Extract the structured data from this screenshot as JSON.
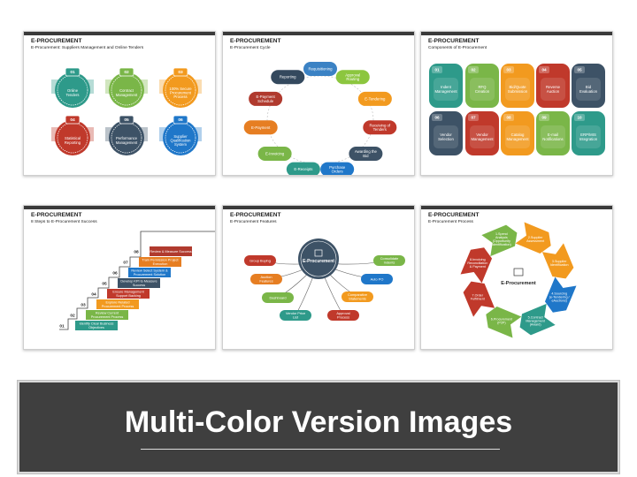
{
  "slides": [
    {
      "title": "E-PROCUREMENT",
      "subtitle": "E-Procurement: Suppliers Management and Online Tenders",
      "items": [
        {
          "num": "01",
          "label": "Online Tenders",
          "color": "#2e9a8a"
        },
        {
          "num": "02",
          "label": "Contract Management",
          "color": "#7ab648"
        },
        {
          "num": "03",
          "label": "100% Secure Procurement Process",
          "color": "#f29a1f"
        },
        {
          "num": "04",
          "label": "Statistical Reporting",
          "color": "#c0392b"
        },
        {
          "num": "05",
          "label": "Performance Management",
          "color": "#3d5266"
        },
        {
          "num": "06",
          "label": "Supplier Qualification System",
          "color": "#1f77c9"
        }
      ]
    },
    {
      "title": "E-PROCUREMENT",
      "subtitle": "E-Procurement Cycle",
      "items": [
        {
          "label": "Requisitioning",
          "color": "#3b82c4"
        },
        {
          "label": "Approval Routing",
          "color": "#8cc63f"
        },
        {
          "label": "E-Tendering",
          "color": "#f29a1f"
        },
        {
          "label": "Receiving of Tenders",
          "color": "#c0392b"
        },
        {
          "label": "Awarding the Bid",
          "color": "#3d5266"
        },
        {
          "label": "Purchase Orders",
          "color": "#1f77c9"
        },
        {
          "label": "E-Receipts",
          "color": "#2e9a8a"
        },
        {
          "label": "E-Invoicing",
          "color": "#7ab648"
        },
        {
          "label": "E-Payment",
          "color": "#e67e22"
        },
        {
          "label": "E-Payment Schedule",
          "color": "#b03a2e"
        },
        {
          "label": "Reporting",
          "color": "#34495e"
        }
      ]
    },
    {
      "title": "E-PROCUREMENT",
      "subtitle": "Components of E-Procurement",
      "items": [
        {
          "num": "01",
          "label": "Indent Management",
          "color": "#2e9a8a"
        },
        {
          "num": "02",
          "label": "RFQ Creation",
          "color": "#7ab648"
        },
        {
          "num": "03",
          "label": "Bid/Quote Submission",
          "color": "#f29a1f"
        },
        {
          "num": "04",
          "label": "Reverse Auction",
          "color": "#c0392b"
        },
        {
          "num": "05",
          "label": "Bid Evaluation",
          "color": "#3d5266"
        },
        {
          "num": "06",
          "label": "Vendor Selection",
          "color": "#3d5266"
        },
        {
          "num": "07",
          "label": "Vendor Management",
          "color": "#c0392b"
        },
        {
          "num": "08",
          "label": "Catalog Management",
          "color": "#f29a1f"
        },
        {
          "num": "09",
          "label": "E-mail Notifications",
          "color": "#7ab648"
        },
        {
          "num": "10",
          "label": "ERP/MIS Integration",
          "color": "#2e9a8a"
        }
      ]
    },
    {
      "title": "E-PROCUREMENT",
      "subtitle": "8 Steps to E-Procurement Success",
      "items": [
        {
          "num": "01",
          "label": "Identify Clear Business Objectives",
          "color": "#2e9a8a"
        },
        {
          "num": "02",
          "label": "Review Current Procurement Process",
          "color": "#7ab648"
        },
        {
          "num": "03",
          "label": "Explore Related Procurement Process",
          "color": "#f29a1f"
        },
        {
          "num": "04",
          "label": "Ensure Management Support Backing",
          "color": "#c0392b"
        },
        {
          "num": "05",
          "label": "Develop KPI to Measure Success",
          "color": "#3d5266"
        },
        {
          "num": "06",
          "label": "Review Select System & Procurement Solution",
          "color": "#1f77c9"
        },
        {
          "num": "07",
          "label": "Train Permission Project Execution",
          "color": "#e67e22"
        },
        {
          "num": "08",
          "label": "Review & Measure Success",
          "color": "#b03a2e"
        }
      ]
    },
    {
      "title": "E-PROCUREMENT",
      "subtitle": "E-Procurement Features",
      "center": "E-Procurement",
      "items": [
        {
          "label": "Group Buying",
          "color": "#c0392b"
        },
        {
          "label": "Auction Features",
          "color": "#e67e22"
        },
        {
          "label": "Dashboard",
          "color": "#7ab648"
        },
        {
          "label": "Vendor Price List",
          "color": "#2e9a8a"
        },
        {
          "label": "Approval Process",
          "color": "#c0392b"
        },
        {
          "label": "Comparative Statements",
          "color": "#f29a1f"
        },
        {
          "label": "Auto PO",
          "color": "#1f77c9"
        },
        {
          "label": "Consolidate Indents",
          "color": "#7ab648"
        }
      ]
    },
    {
      "title": "E-PROCUREMENT",
      "subtitle": "E-Procurement Process",
      "center": "E-Procurement",
      "items": [
        {
          "num": "1",
          "label": "Spend Analysis (Opportunity Identification)",
          "color": "#7ab648"
        },
        {
          "num": "2",
          "label": "Supplier Assessment",
          "color": "#f29a1f"
        },
        {
          "num": "3",
          "label": "Supplier Identification",
          "color": "#f29a1f"
        },
        {
          "num": "4",
          "label": "Sourcing (e-Tendering / eAuctions)",
          "color": "#1f77c9"
        },
        {
          "num": "5",
          "label": "Contract Management (Award)",
          "color": "#2e9a8a"
        },
        {
          "num": "6",
          "label": "Procurement (P2P)",
          "color": "#7ab648"
        },
        {
          "num": "7",
          "label": "Order Fulfilment",
          "color": "#c0392b"
        },
        {
          "num": "8",
          "label": "Invoicing Reconciliation & Payment",
          "color": "#c0392b"
        }
      ]
    }
  ],
  "banner": {
    "title": "Multi-Color Version Images"
  }
}
